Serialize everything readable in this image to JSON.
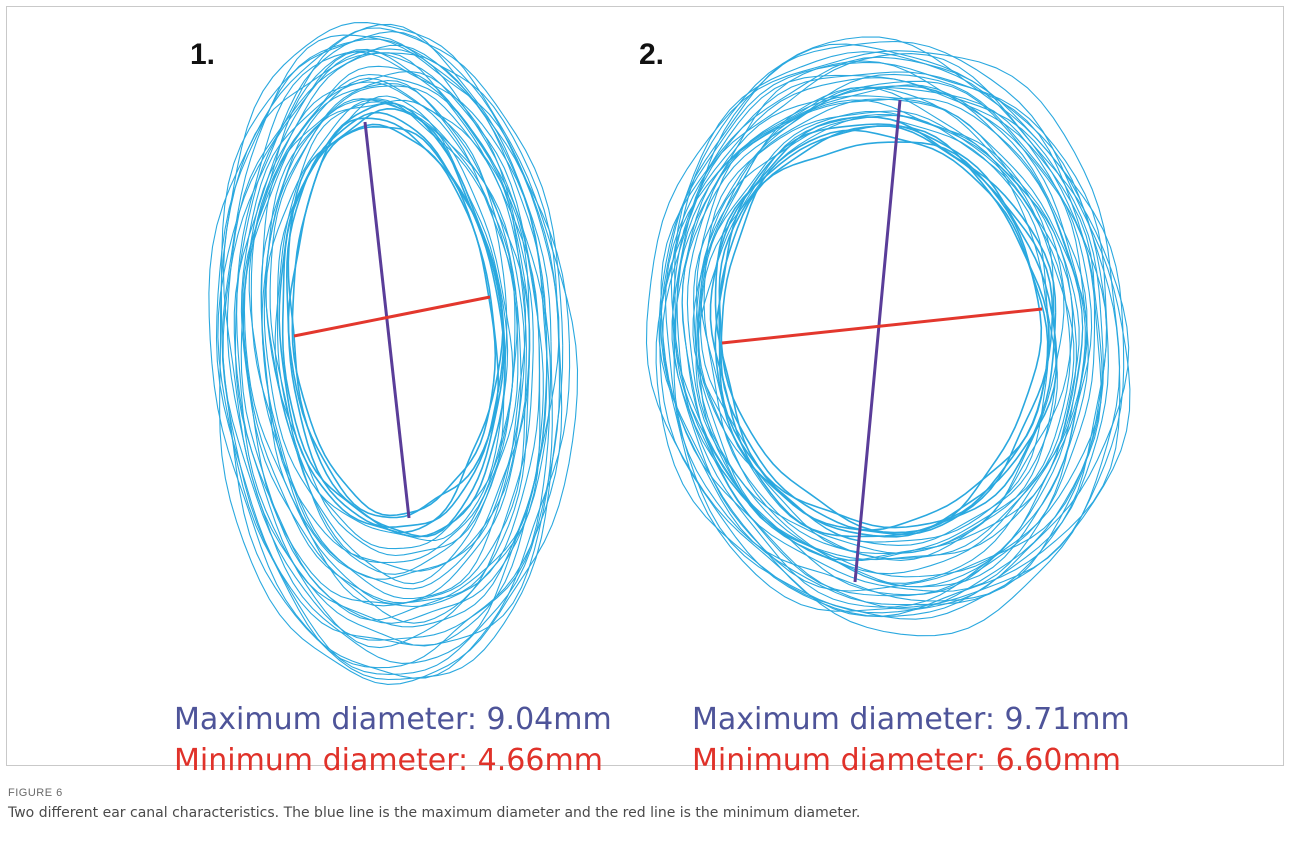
{
  "figure": {
    "panels": [
      {
        "label": "1.",
        "max_text": "Maximum diameter: 9.04mm",
        "min_text": "Minimum diameter: 4.66mm"
      },
      {
        "label": "2.",
        "max_text": "Maximum diameter: 9.71mm",
        "min_text": "Minimum diameter: 6.60mm"
      }
    ],
    "caption_label": "FIGURE 6",
    "caption_text": "Two different ear canal characteristics. The blue line is the maximum diameter and the red line is the minimum diameter."
  },
  "colors": {
    "contour": "#2aa8df",
    "max_line": "#5a3d99",
    "min_line": "#e3372d",
    "max_text": "#4e5499",
    "min_text": "#e0322a"
  }
}
